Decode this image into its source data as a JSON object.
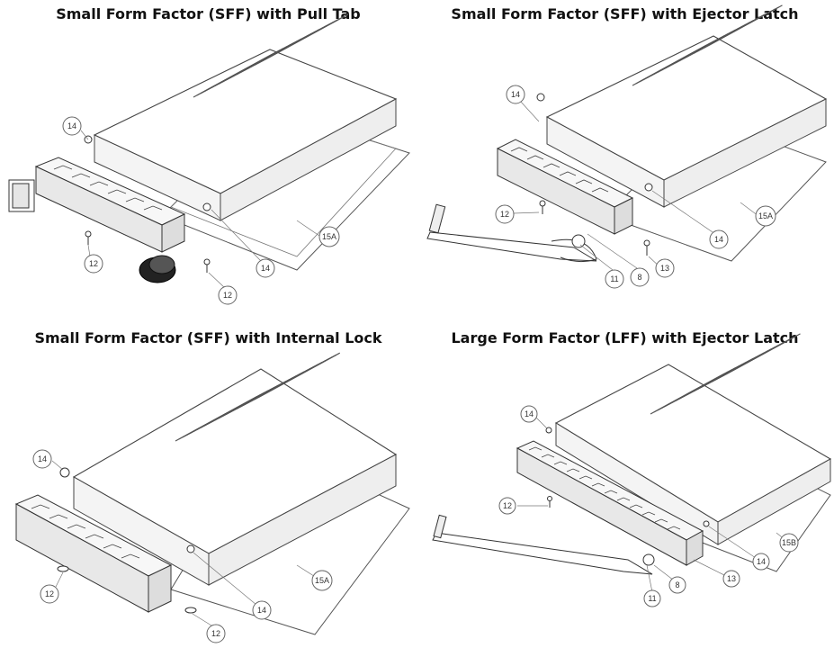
{
  "panels": [
    {
      "title": "Small Form Factor (SFF) with Pull Tab",
      "callouts": [
        "14",
        "12",
        "12",
        "14",
        "15A"
      ]
    },
    {
      "title": "Small Form Factor (SFF) with Ejector Latch",
      "callouts": [
        "14",
        "12",
        "11",
        "8",
        "13",
        "14",
        "15A"
      ]
    },
    {
      "title": "Small Form Factor (SFF) with Internal Lock",
      "callouts": [
        "14",
        "12",
        "12",
        "14",
        "15A"
      ]
    },
    {
      "title": "Large Form Factor (LFF) with Ejector Latch",
      "callouts": [
        "14",
        "12",
        "11",
        "8",
        "13",
        "14",
        "15B"
      ]
    }
  ]
}
